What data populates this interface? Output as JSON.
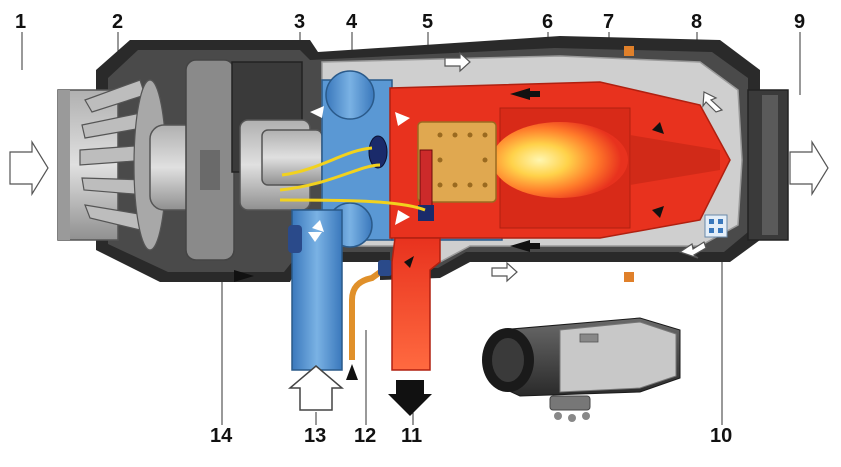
{
  "callouts": {
    "n1": "1",
    "n2": "2",
    "n3": "3",
    "n4": "4",
    "n5": "5",
    "n6": "6",
    "n7": "7",
    "n8": "8",
    "n9": "9",
    "n10": "10",
    "n11": "11",
    "n12": "12",
    "n13": "13",
    "n14": "14"
  },
  "colors": {
    "casing": "#2a2a2a",
    "inner_shell": "#c8c8c8",
    "combustion_red": "#e8321e",
    "flame_yellow": "#ffe37a",
    "fuel_orange": "#e0902a",
    "combustion_air_blue": "#4a8ccc",
    "motor_gray": "#8a8a8a",
    "wiring_yellow": "#f2d21e",
    "glow_plug_navy": "#1a2a6a"
  }
}
